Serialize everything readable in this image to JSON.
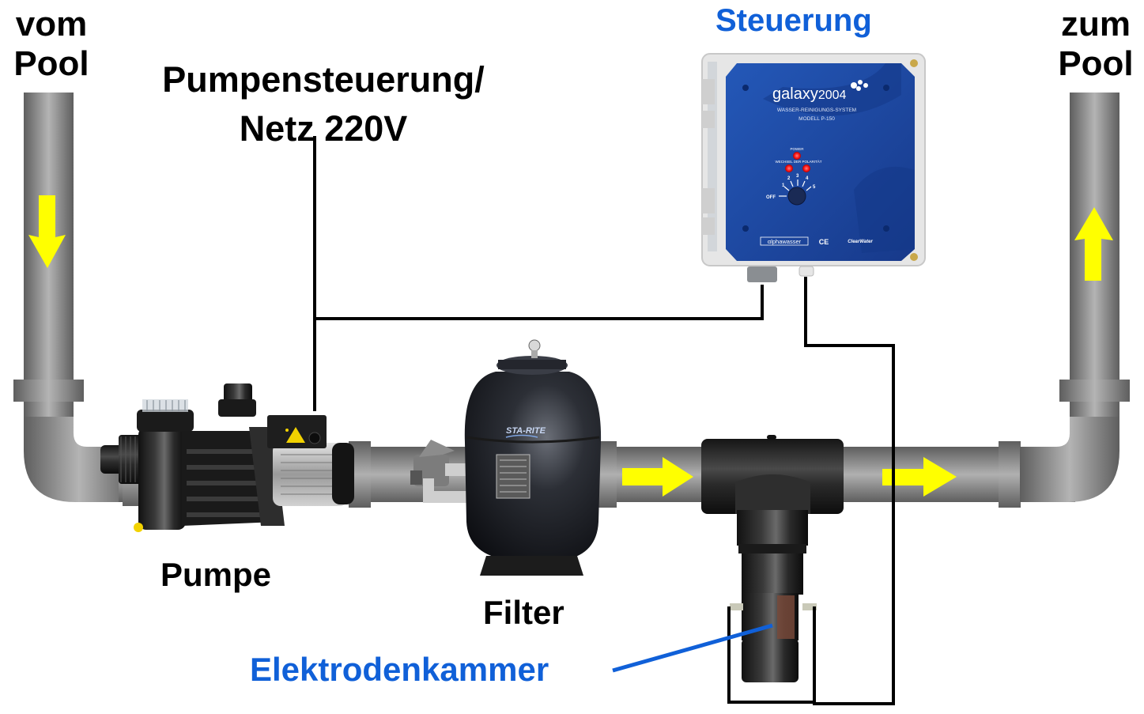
{
  "labels": {
    "inlet_line1": "vom",
    "inlet_line2": "Pool",
    "outlet_line1": "zum",
    "outlet_line2": "Pool",
    "pump_power_line1": "Pumpensteuerung/",
    "pump_power_line2": "Netz 220V",
    "controller": "Steuerung",
    "pump": "Pumpe",
    "filter": "Filter",
    "electrode_chamber": "Elektrodenkammer"
  },
  "controller_panel": {
    "brand": "galaxy",
    "brand_year": "2004",
    "subtitle": "WASSER-REINIGUNGS-SYSTEM",
    "model": "MODELL P-150",
    "power_label": "POWER",
    "polarity_label": "WECHSEL DER POLARITÄT",
    "dial_off": "OFF",
    "dial_positions": [
      "1",
      "2",
      "3",
      "4",
      "5"
    ],
    "logo_left": "αlphawasser",
    "ce_mark": "CE",
    "logo_right": "ClearWater"
  },
  "filter_panel": {
    "brand": "STA-RITE"
  },
  "flow_arrows": [
    {
      "id": "down-inlet",
      "direction": "down"
    },
    {
      "id": "right-after-filter",
      "direction": "right"
    },
    {
      "id": "right-after-chamber",
      "direction": "right"
    },
    {
      "id": "up-outlet",
      "direction": "up"
    }
  ],
  "colors": {
    "pipe_dark": "#5e5e5e",
    "pipe_light": "#b4b4b4",
    "arrow": "#ffff00",
    "label_blue": "#1060d8",
    "panel_blue": "#1d4aa3",
    "led_red": "#ff1a1a",
    "wire": "#000000"
  }
}
